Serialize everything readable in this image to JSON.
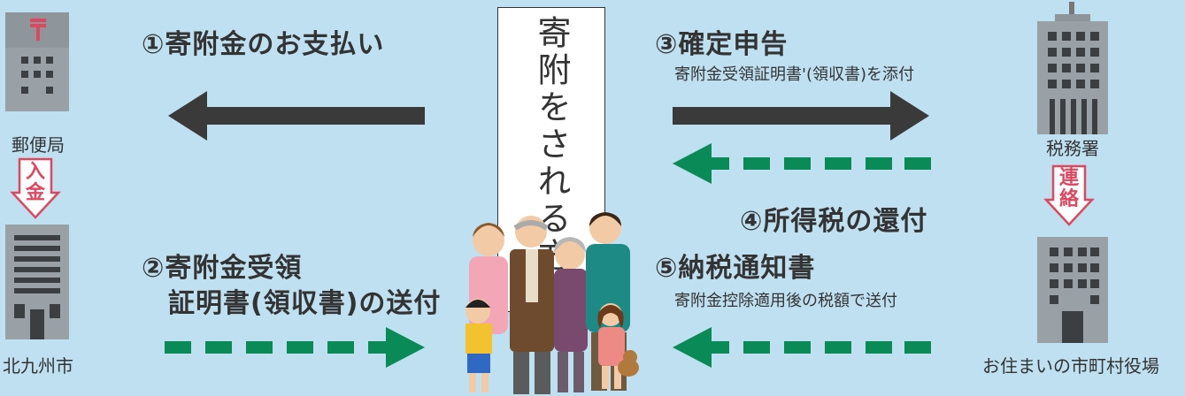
{
  "facilities": {
    "post_office": "郵便局",
    "city": "北九州市",
    "tax_office": "税務署",
    "municipality": "お住まいの市町村役場"
  },
  "badges": {
    "deposit": [
      "入",
      "金"
    ],
    "contact": [
      "連",
      "絡"
    ]
  },
  "center": {
    "label": "寄附をされる方"
  },
  "steps": {
    "s1": "①寄附金のお支払い",
    "s2_line1": "②寄附金受領",
    "s2_line2": "証明書(領収書)の送付",
    "s3": "③確定申告",
    "s3_sub": "寄附金受領証明書'(領収書)を添付",
    "s4": "④所得税の還付",
    "s5": "⑤納税通知書",
    "s5_sub": "寄附金控除適用後の税額で送付"
  },
  "colors": {
    "background": "#bfe0f0",
    "arrow_solid": "#3a3a3a",
    "arrow_dashed": "#0a8a57",
    "badge_red": "#e0465e"
  }
}
